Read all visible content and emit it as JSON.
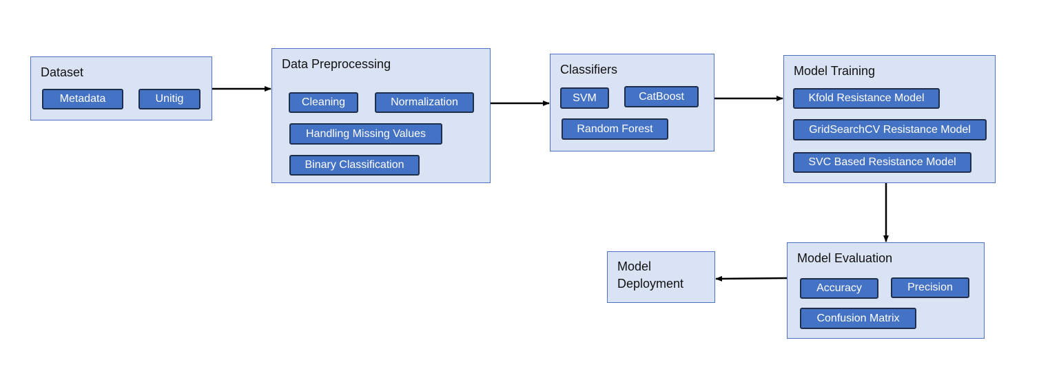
{
  "diagram": {
    "dataset": {
      "title": "Dataset",
      "items": [
        "Metadata",
        "Unitig"
      ]
    },
    "preprocessing": {
      "title": "Data Preprocessing",
      "items": [
        "Cleaning",
        "Normalization",
        "Handling Missing Values",
        "Binary Classification"
      ]
    },
    "classifiers": {
      "title": "Classifiers",
      "items": [
        "SVM",
        "CatBoost",
        "Random Forest"
      ]
    },
    "training": {
      "title": "Model Training",
      "items": [
        "Kfold Resistance Model",
        "GridSearchCV Resistance Model",
        "SVC Based Resistance Model"
      ]
    },
    "evaluation": {
      "title": "Model Evaluation",
      "items": [
        "Accuracy",
        "Precision",
        "Confusion Matrix"
      ]
    },
    "deployment": {
      "title_line1": "Model",
      "title_line2": "Deployment"
    },
    "colors": {
      "panel_fill": "#dae3f3",
      "panel_border": "#4a72c4",
      "chip_fill": "#4472c4",
      "chip_border": "#1f2d4d",
      "arrow": "#000000"
    }
  }
}
